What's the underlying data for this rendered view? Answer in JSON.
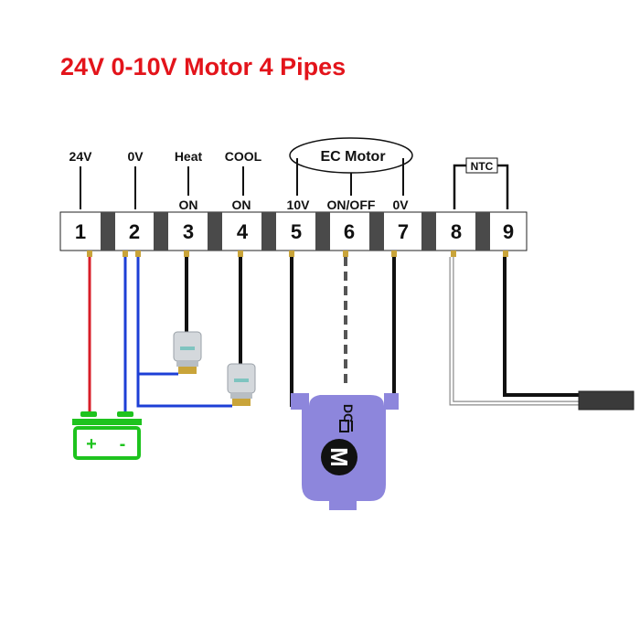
{
  "title": "24V 0-10V Motor 4 Pipes",
  "top_labels": {
    "v24": "24V",
    "v0": "0V",
    "heat": "Heat",
    "cool": "COOL",
    "ec_motor": "EC Motor",
    "ntc": "NTC"
  },
  "sub_labels": {
    "heat_on": "ON",
    "cool_on": "ON",
    "v10": "10V",
    "on_off": "ON/OFF",
    "zero_v": "0V"
  },
  "terminals": [
    "1",
    "2",
    "3",
    "4",
    "5",
    "6",
    "7",
    "8",
    "9"
  ],
  "battery": {
    "plus": "+",
    "minus": "-"
  },
  "motor": {
    "dc_label": "DC",
    "m_label": "M"
  },
  "colors": {
    "title": "#e3141b",
    "wire_red": "#d81e28",
    "wire_blue": "#1d3fd6",
    "battery": "#1ec31e",
    "motor_body": "#8d86dc"
  }
}
